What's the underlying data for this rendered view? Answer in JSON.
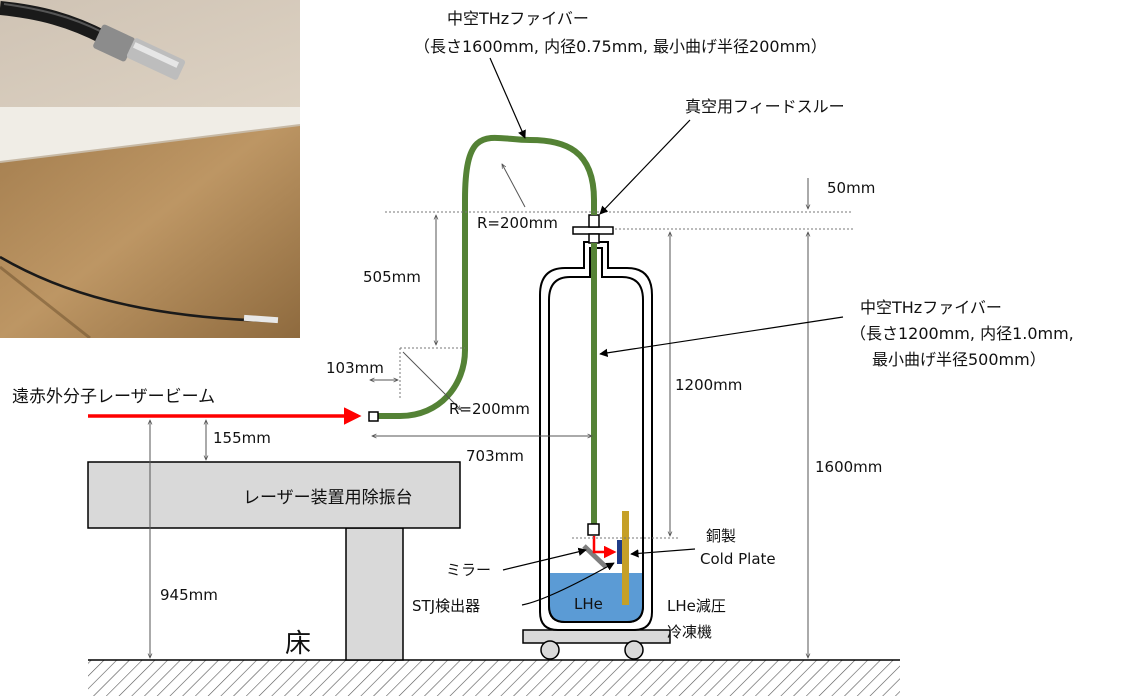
{
  "labels": {
    "fiber_top_title": "中空THzファイバー",
    "fiber_top_spec": "（長さ1600mm, 内径0.75mm, 最小曲げ半径200mm）",
    "feedthrough": "真空用フィードスルー",
    "dim_50mm": "50mm",
    "r200_top": "R=200mm",
    "dim_505mm": "505mm",
    "fiber_inner_title": "中空THzファイバー",
    "fiber_inner_spec1": "（長さ1200mm, 内径1.0mm,",
    "fiber_inner_spec2": "最小曲げ半径500mm）",
    "dim_103mm": "103mm",
    "laser_beam": "遠赤外分子レーザービーム",
    "r200_bottom": "R=200mm",
    "dim_1200mm": "1200mm",
    "dim_155mm": "155mm",
    "dim_703mm": "703mm",
    "dim_1600mm": "1600mm",
    "table_label": "レーザー装置用除振台",
    "copper": "銅製",
    "cold_plate": "Cold Plate",
    "mirror": "ミラー",
    "stj_detector": "STJ検出器",
    "lhe": "LHe",
    "cryostat_line1": "LHe減圧",
    "cryostat_line2": "冷凍機",
    "dim_945mm": "945mm",
    "floor": "床"
  },
  "colors": {
    "fiber": "#548235",
    "laser": "#ff0000",
    "lhe": "#5b9bd5",
    "cold_plate": "#c5a028",
    "detector": "#1f3c88",
    "table": "#d9d9d9"
  }
}
